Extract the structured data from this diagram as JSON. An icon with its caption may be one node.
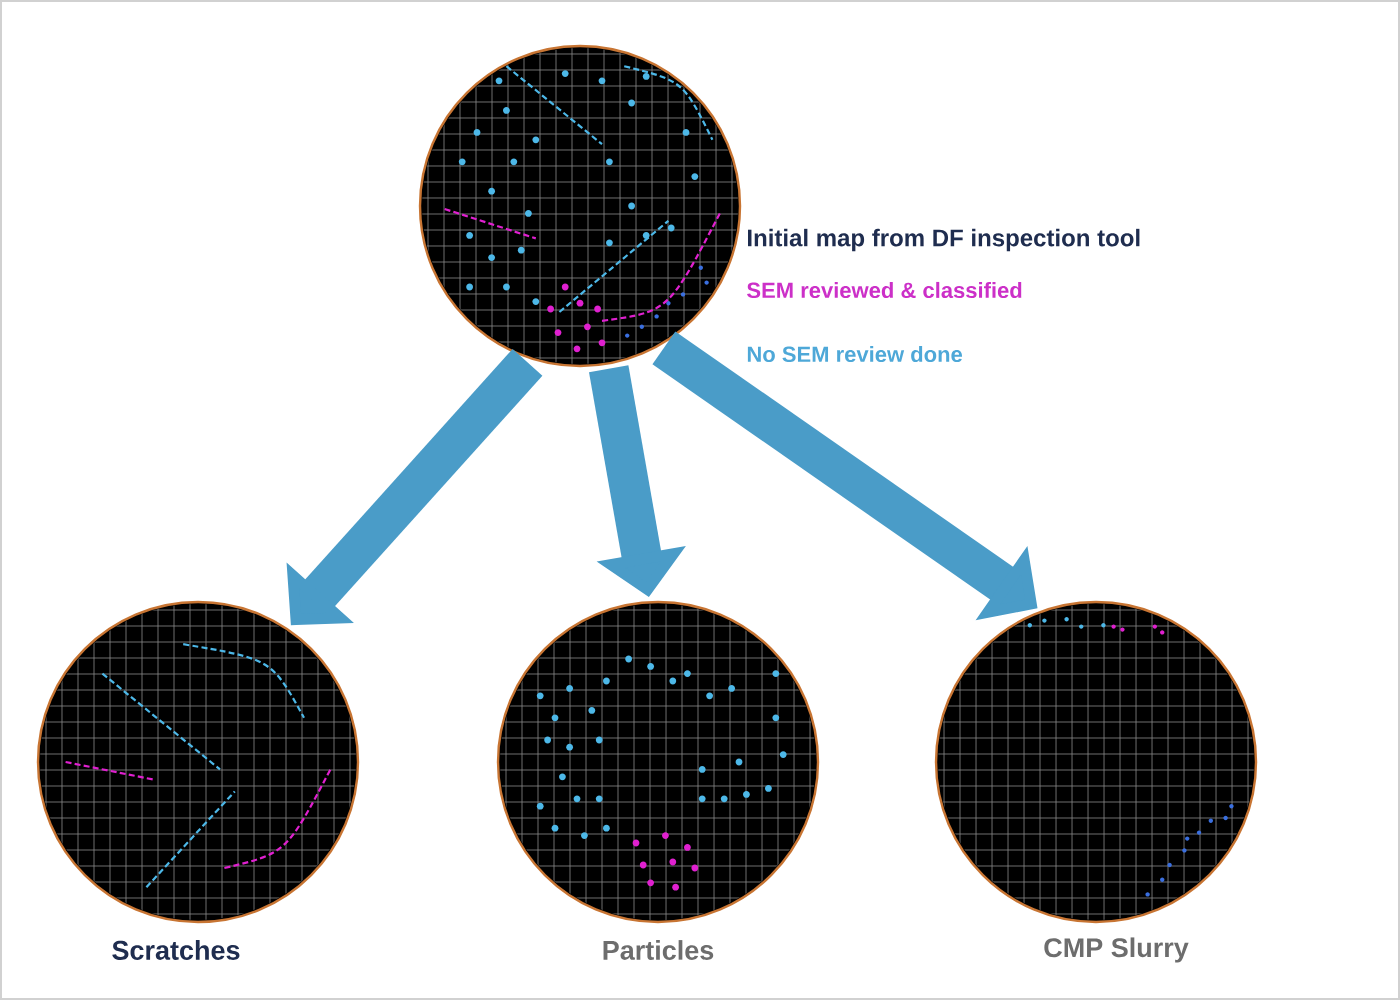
{
  "diagram": {
    "nodes": [
      {
        "text": [],
        "shape": "circle",
        "beside": [
          "Initial map from DF inspection tool"
        ]
      },
      {
        "text": [],
        "shape": "circle",
        "beside": [
          "Scratches"
        ]
      },
      {
        "text": [],
        "shape": "circle",
        "beside": [
          "Particles"
        ]
      },
      {
        "text": [],
        "shape": "circle",
        "beside": [
          "CMP Slurry"
        ]
      }
    ],
    "edges": [
      {
        "from": 0,
        "to": 1,
        "arrow": "to"
      },
      {
        "from": 0,
        "to": 2,
        "arrow": "to"
      },
      {
        "from": 0,
        "to": 3,
        "arrow": "to"
      }
    ],
    "legend": [
      {
        "text": "SEM reviewed & classified",
        "color": "#cc30c8"
      },
      {
        "text": "No SEM review done",
        "color": "#4ea8d8"
      }
    ]
  }
}
